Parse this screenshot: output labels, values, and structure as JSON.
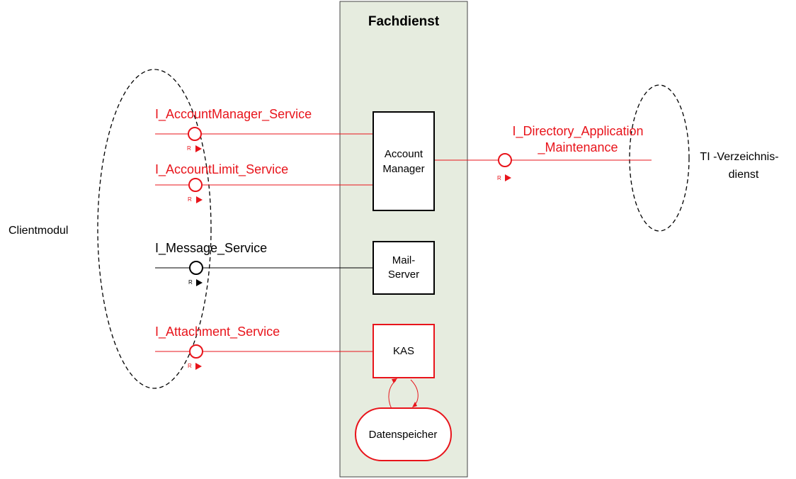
{
  "colors": {
    "red": "#e8141b",
    "black": "#000000",
    "panel_fill": "#e6ecdf",
    "panel_stroke": "#444444"
  },
  "panel": {
    "title": "Fachdienst"
  },
  "left_actor": {
    "label": "Clientmodul"
  },
  "right_actor": {
    "label_line1": "TI -Verzeichnis-",
    "label_line2": "dienst"
  },
  "components": {
    "account_manager": {
      "line1": "Account",
      "line2": "Manager"
    },
    "mail_server": {
      "line1": "Mail-",
      "line2": "Server"
    },
    "kas": {
      "label": "KAS"
    },
    "datenspeicher": {
      "label": "Datenspeicher"
    }
  },
  "interfaces": {
    "account_manager_service": {
      "label": "I_AccountManager_Service",
      "role": "R"
    },
    "account_limit_service": {
      "label": "I_AccountLimit_Service",
      "role": "R"
    },
    "message_service": {
      "label": "I_Message_Service",
      "role": "R"
    },
    "attachment_service": {
      "label": "I_Attachment_Service",
      "role": "R"
    },
    "directory_maintenance": {
      "line1": "I_Directory_Application",
      "line2": "_Maintenance",
      "role": "R"
    }
  }
}
